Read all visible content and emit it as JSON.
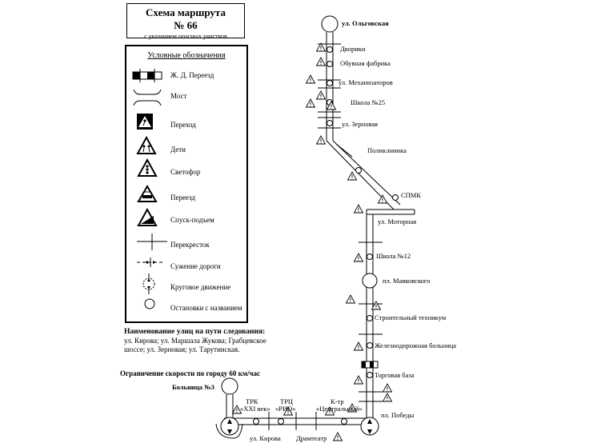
{
  "title": {
    "line1": "Схема маршрута",
    "line2": "№ 66",
    "line3": "с указанием опасных участков"
  },
  "legend": {
    "heading": "Условные обозначения",
    "items": [
      {
        "label": "Ж. Д. Переезд",
        "icon": "rail-crossing-icon"
      },
      {
        "label": "Мост",
        "icon": "bridge-icon"
      },
      {
        "label": "Переход",
        "icon": "pedestrian-crossing-sign-icon"
      },
      {
        "label": "Дети",
        "icon": "children-sign-icon"
      },
      {
        "label": "Светофор",
        "icon": "traffic-light-sign-icon"
      },
      {
        "label": "Переезд",
        "icon": "crossing-sign-icon"
      },
      {
        "label": "Спуск-подъем",
        "icon": "slope-sign-icon"
      },
      {
        "label": "Перекресток",
        "icon": "intersection-icon"
      },
      {
        "label": "Сужение дороги",
        "icon": "road-narrowing-icon"
      },
      {
        "label": "Круговое движение",
        "icon": "roundabout-icon"
      },
      {
        "label": "Остановки с названием",
        "icon": "stop-circle-icon"
      }
    ]
  },
  "streets": {
    "heading": "Наименование улиц на пути следования:",
    "text": "ул. Кирова; ул. Маршала Жукова; Грабцевское шоссе; ул. Зерновая; ул. Тарутинская."
  },
  "speed_limit": "Ограничение скорости по городу 60 км/час",
  "stops": [
    {
      "label": "ул. Ольговская"
    },
    {
      "label": "Дворики"
    },
    {
      "label": "Обувная фабрика"
    },
    {
      "label": "ул. Механизаторов"
    },
    {
      "label": "Школа №25"
    },
    {
      "label": "ул. Зерновая"
    },
    {
      "label": "Поликлиника"
    },
    {
      "label": "СПМК"
    },
    {
      "label": "ул. Моторная"
    },
    {
      "label": "Школа №12"
    },
    {
      "label": "пл. Маяковского"
    },
    {
      "label": "Строительный техникум"
    },
    {
      "label": "Железнодорожная больница"
    },
    {
      "label": "Торговая база"
    },
    {
      "label": "пл. Победы"
    },
    {
      "label": "Больница №3"
    },
    {
      "label_l1": "ТРК",
      "label_l2": "«XXI век»"
    },
    {
      "label_l1": "ТРЦ",
      "label_l2": "«РИО»"
    },
    {
      "label_l1": "К-тр",
      "label_l2": "«Центральный»"
    },
    {
      "label": "ул. Кирова"
    },
    {
      "label": "Драмтеатр"
    }
  ]
}
